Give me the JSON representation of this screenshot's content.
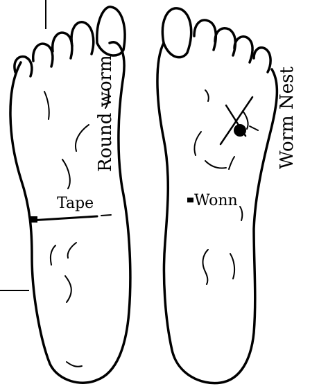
{
  "labels": {
    "round_worm": "Round worm",
    "tape": "Tape",
    "worm_nest": "Worm Nest",
    "wonn": "Wonn"
  },
  "colors": {
    "ink": "#000000",
    "paper": "#ffffff"
  }
}
